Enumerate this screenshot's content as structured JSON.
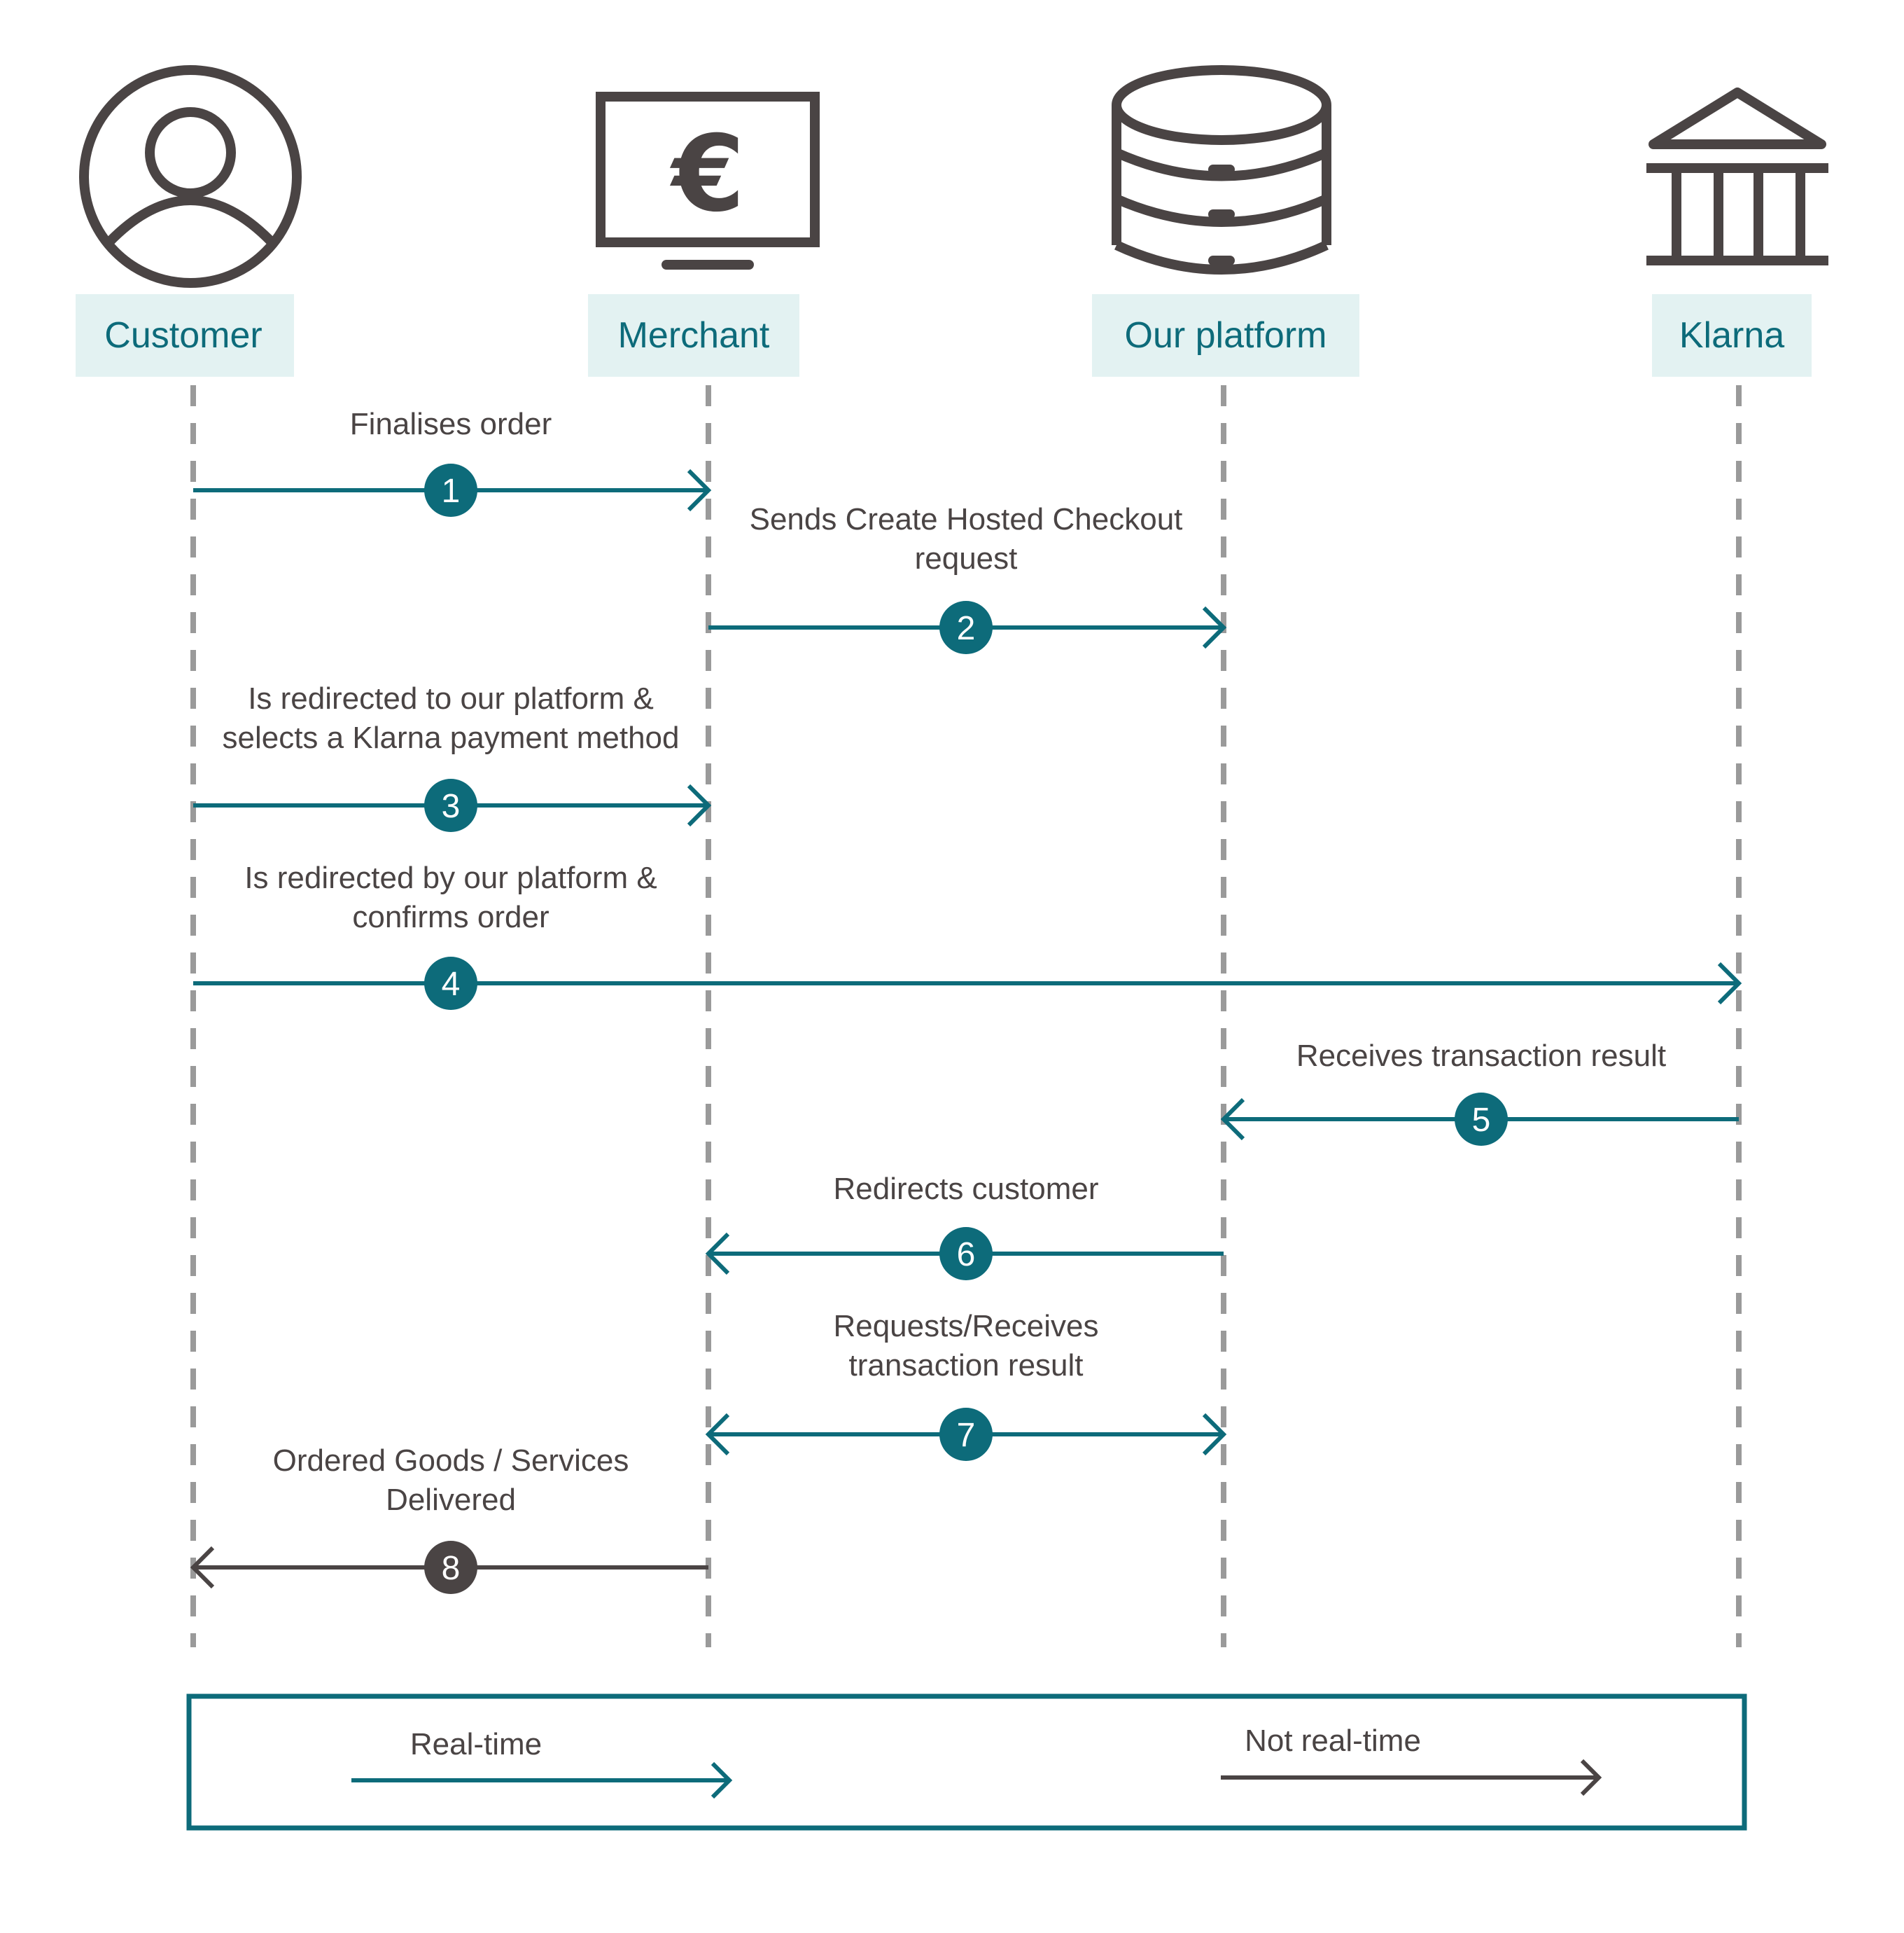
{
  "colors": {
    "teal": "#0d6b7a",
    "dark": "#4a4444",
    "label_bg": "#e3f2f2",
    "lifeline": "#9a9a9a"
  },
  "actors": [
    {
      "id": "customer",
      "label": "Customer",
      "icon": "user-icon"
    },
    {
      "id": "merchant",
      "label": "Merchant",
      "icon": "euro-monitor-icon"
    },
    {
      "id": "platform",
      "label": "Our platform",
      "icon": "database-icon"
    },
    {
      "id": "klarna",
      "label": "Klarna",
      "icon": "bank-icon"
    }
  ],
  "steps": [
    {
      "num": "1",
      "from": "customer",
      "to": "merchant",
      "lines": [
        "Finalises order"
      ],
      "style": "real-time"
    },
    {
      "num": "2",
      "from": "merchant",
      "to": "platform",
      "lines": [
        "Sends Create Hosted Checkout",
        "request"
      ],
      "style": "real-time"
    },
    {
      "num": "3",
      "from": "customer",
      "to": "merchant",
      "lines": [
        "Is redirected to our platform &",
        "selects a Klarna payment method"
      ],
      "style": "real-time"
    },
    {
      "num": "4",
      "from": "customer",
      "to": "klarna",
      "lines": [
        "Is redirected by our platform &",
        "confirms order"
      ],
      "style": "real-time"
    },
    {
      "num": "5",
      "from": "klarna",
      "to": "platform",
      "lines": [
        "Receives transaction result"
      ],
      "style": "real-time"
    },
    {
      "num": "6",
      "from": "platform",
      "to": "merchant",
      "lines": [
        "Redirects customer"
      ],
      "style": "real-time"
    },
    {
      "num": "7",
      "from": "merchant",
      "to": "platform",
      "lines": [
        "Requests/Receives",
        "transaction result"
      ],
      "style": "real-time",
      "bidirectional": true
    },
    {
      "num": "8",
      "from": "merchant",
      "to": "customer",
      "lines": [
        "Ordered Goods / Services",
        "Delivered"
      ],
      "style": "not-real-time"
    }
  ],
  "legend": {
    "real_time": "Real-time",
    "not_real_time": "Not real-time"
  }
}
